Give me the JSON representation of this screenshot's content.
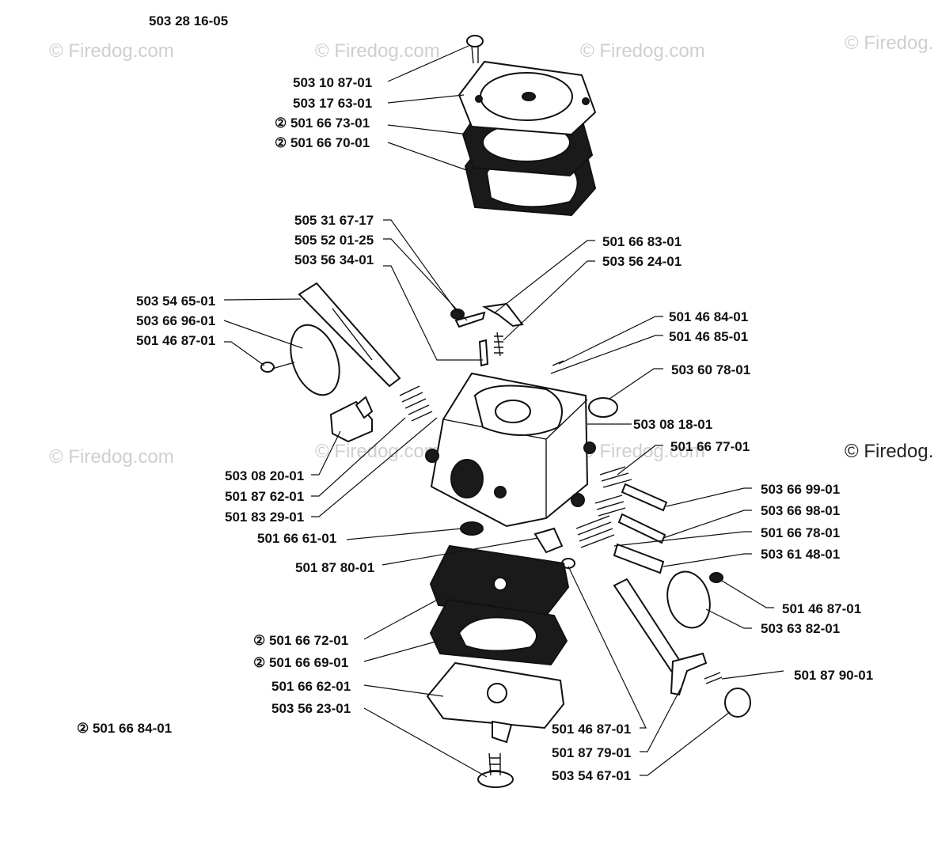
{
  "diagram_number": "503 28 16-05",
  "copyright_mark": "© Firedog.com",
  "watermark_text": "© Firedog.com",
  "kit_marker": "②",
  "kit_note": "② 501 66 84-01",
  "part_labels": [
    "503 10 87-01",
    "503 17 63-01",
    "② 501 66 73-01",
    "② 501 66 70-01",
    "505 31 67-17",
    "505 52 01-25",
    "503 56 34-01",
    "501 66 83-01",
    "503 56 24-01",
    "503 54 65-01",
    "503 66 96-01",
    "501 46 87-01",
    "501 46 84-01",
    "501 46 85-01",
    "503 60 78-01",
    "503 08 18-01",
    "501 66 77-01",
    "503 08 20-01",
    "501 87 62-01",
    "501 83 29-01",
    "503 66 99-01",
    "503 66 98-01",
    "501 66 78-01",
    "503 61 48-01",
    "501 66 61-01",
    "501 87 80-01",
    "501 46 87-01",
    "503 63 82-01",
    "② 501 66 72-01",
    "② 501 66 69-01",
    "501 66 62-01",
    "503 56 23-01",
    "501 87 90-01",
    "501 46 87-01",
    "501 87 79-01",
    "503 54 67-01"
  ],
  "colors": {
    "background": "#ffffff",
    "ink": "#111111",
    "watermark": "#cfcfcf"
  }
}
